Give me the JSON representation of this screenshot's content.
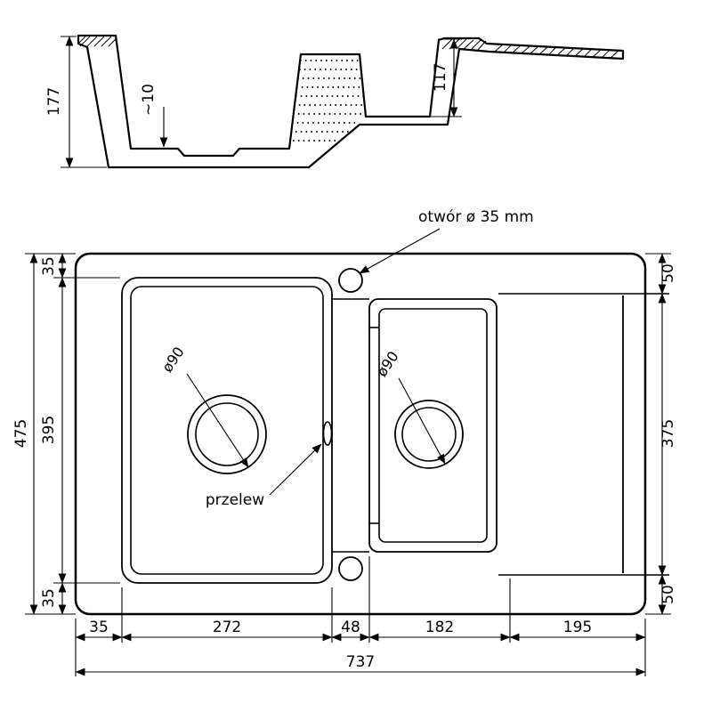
{
  "colors": {
    "line": "#000000",
    "background": "#ffffff"
  },
  "section_view": {
    "depth_left": "177",
    "bottom_slope": "~10",
    "depth_right": "117"
  },
  "plan_view": {
    "hole_note": "otwór ø 35 mm",
    "overflow_label": "przelew",
    "left_drain_diameter": "ø90",
    "right_drain_diameter": "ø90"
  },
  "dimensions": {
    "total_height": "475",
    "left_top": "35",
    "left_basin_length": "395",
    "left_bottom": "35",
    "right_top": "50",
    "right_length": "375",
    "right_bottom": "50",
    "bottom_margin_left": "35",
    "bottom_left_basin_width": "272",
    "bottom_divider": "48",
    "bottom_right_basin_width": "182",
    "bottom_drainer_width": "195",
    "total_width": "737"
  }
}
